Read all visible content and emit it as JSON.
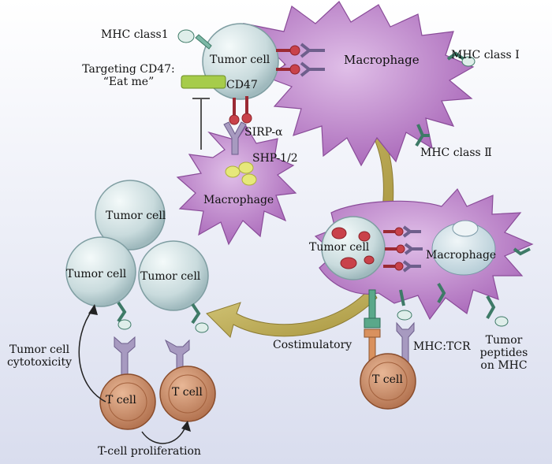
{
  "labels": {
    "mhc_class1_left": "MHC class1",
    "tumor_cell_top": "Tumor cell",
    "macrophage_top": "Macrophage",
    "mhc_class_i": "MHC class Ⅰ",
    "targeting_cd47_line1": "Targeting CD47:",
    "targeting_cd47_line2": "“Eat me”",
    "cd47": "CD47",
    "sirp_alpha": "SIRP-α",
    "shp": "SHP-1/2",
    "macrophage_center": "Macrophage",
    "mhc_class_ii": "MHC class Ⅱ",
    "tumor_cell_cluster_top": "Tumor cell",
    "tumor_cell_cluster_left": "Tumor cell",
    "tumor_cell_cluster_right": "Tumor cell",
    "tumor_cell_engulfed": "Tumor cell",
    "macrophage_right": "Macrophage",
    "tumor_cell_cytotoxicity_line1": "Tumor cell",
    "tumor_cell_cytotoxicity_line2": "cytotoxicity",
    "t_cell_left": "T cell",
    "t_cell_middle": "T cell",
    "t_cell_proliferation": "T-cell proliferation",
    "costimulatory": "Costimulatory",
    "mhc_tcr": "MHC:TCR",
    "t_cell_right": "T cell",
    "tumor_peptides_line1": "Tumor",
    "tumor_peptides_line2": "peptides",
    "tumor_peptides_line3": "on MHC"
  },
  "colors": {
    "macrophage": "#b87cc4",
    "tumor_cell": "#c9dbdd",
    "t_cell": "#c98a66",
    "receptor": "#a79ac0",
    "cd47_ligand": "#c9424a",
    "mhc": "#7cb8a6",
    "cd47_antibody": "#a6cc4a",
    "arrow": "#bfae5a",
    "shp": "#e6e87a"
  }
}
